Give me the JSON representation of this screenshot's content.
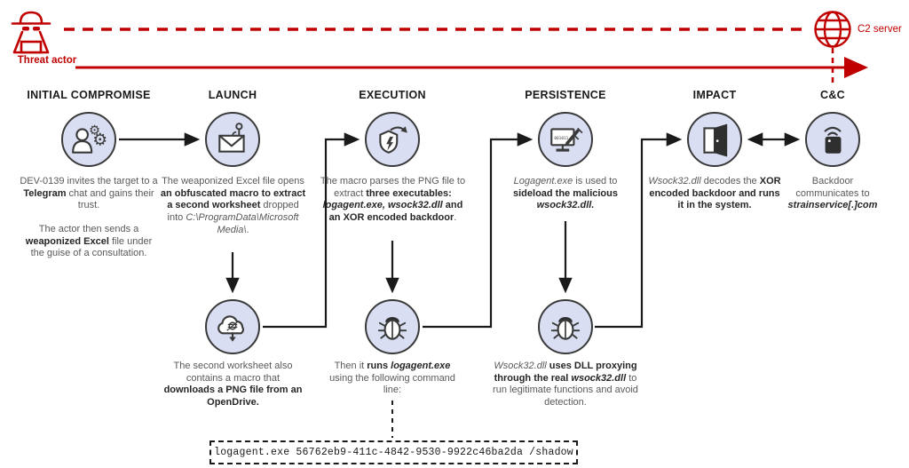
{
  "colors": {
    "red": "#c00000",
    "circle-fill": "#d9def2",
    "circle-stroke": "#3a3a3a",
    "line": "#1a1a1a",
    "body-gray": "#595959",
    "body-dark": "#262626"
  },
  "top": {
    "threat_actor_label": "Threat actor",
    "c2_server_label": "C2 server"
  },
  "stages": [
    {
      "title": "INITIAL COMPROMISE",
      "icon": "person-gears-icon",
      "paras": [
        [
          {
            "t": "DEV-0139 invites the target to a "
          },
          {
            "t": "Telegram",
            "s": "b"
          },
          {
            "t": " chat and gains their trust."
          }
        ],
        [
          {
            "t": "The actor then sends a "
          },
          {
            "t": "weaponized Excel",
            "s": "b"
          },
          {
            "t": " file under the guise of a consultation."
          }
        ]
      ]
    },
    {
      "title": "LAUNCH",
      "icon": "phishing-envelope-icon",
      "paras": [
        [
          {
            "t": "The weaponized Excel file opens "
          },
          {
            "t": "an obfuscated macro to extract a second worksheet",
            "s": "b"
          },
          {
            "t": " dropped into "
          },
          {
            "t": "C:\\ProgramData\\Microsoft Media\\",
            "s": "i"
          },
          {
            "t": "."
          }
        ]
      ]
    },
    {
      "title": "EXECUTION",
      "icon": "shield-execute-icon",
      "paras": [
        [
          {
            "t": "The macro parses the PNG file to extract "
          },
          {
            "t": "three executables: ",
            "s": "b"
          },
          {
            "t": "logagent.exe, wsock32.dll",
            "s": "bi"
          },
          {
            "t": " and an XOR encoded backdoor",
            "s": "b"
          },
          {
            "t": "."
          }
        ]
      ]
    },
    {
      "title": "PERSISTENCE",
      "icon": "monitor-injection-icon",
      "paras": [
        [
          {
            "t": "Logagent.exe",
            "s": "i"
          },
          {
            "t": " is used to "
          },
          {
            "t": "sideload the malicious ",
            "s": "b"
          },
          {
            "t": "wsock32.dll.",
            "s": "bi"
          }
        ]
      ]
    },
    {
      "title": "IMPACT",
      "icon": "backdoor-door-icon",
      "paras": [
        [
          {
            "t": "Wsock32.dll",
            "s": "i"
          },
          {
            "t": " decodes the "
          },
          {
            "t": "XOR encoded backdoor and runs it in the system.",
            "s": "b"
          }
        ]
      ]
    },
    {
      "title": "C&C",
      "icon": "device-signal-icon",
      "paras": [
        [
          {
            "t": "Backdoor communicates to "
          },
          {
            "t": "strainservice[.]com",
            "s": "bi"
          }
        ]
      ]
    }
  ],
  "substeps": [
    {
      "icon": "cloud-download-icon",
      "paras": [
        [
          {
            "t": "The second worksheet also contains a macro that "
          },
          {
            "t": "downloads a PNG file from an OpenDrive.",
            "s": "b"
          }
        ]
      ]
    },
    {
      "icon": "bug-icon",
      "paras": [
        [
          {
            "t": "Then it "
          },
          {
            "t": "runs ",
            "s": "b"
          },
          {
            "t": "logagent.exe",
            "s": "bi"
          },
          {
            "t": " using the following command line:"
          }
        ]
      ]
    },
    {
      "icon": "bug-icon",
      "paras": [
        [
          {
            "t": "Wsock32.dll",
            "s": "i"
          },
          {
            "t": " uses DLL proxying through the real ",
            "s": "b"
          },
          {
            "t": "wsock32.dll",
            "s": "bi"
          },
          {
            "t": " to run legitimate functions and avoid detection."
          }
        ]
      ]
    }
  ],
  "command_box": {
    "text": "logagent.exe 56762eb9-411c-4842-9530-9922c46ba2da /shadow"
  }
}
